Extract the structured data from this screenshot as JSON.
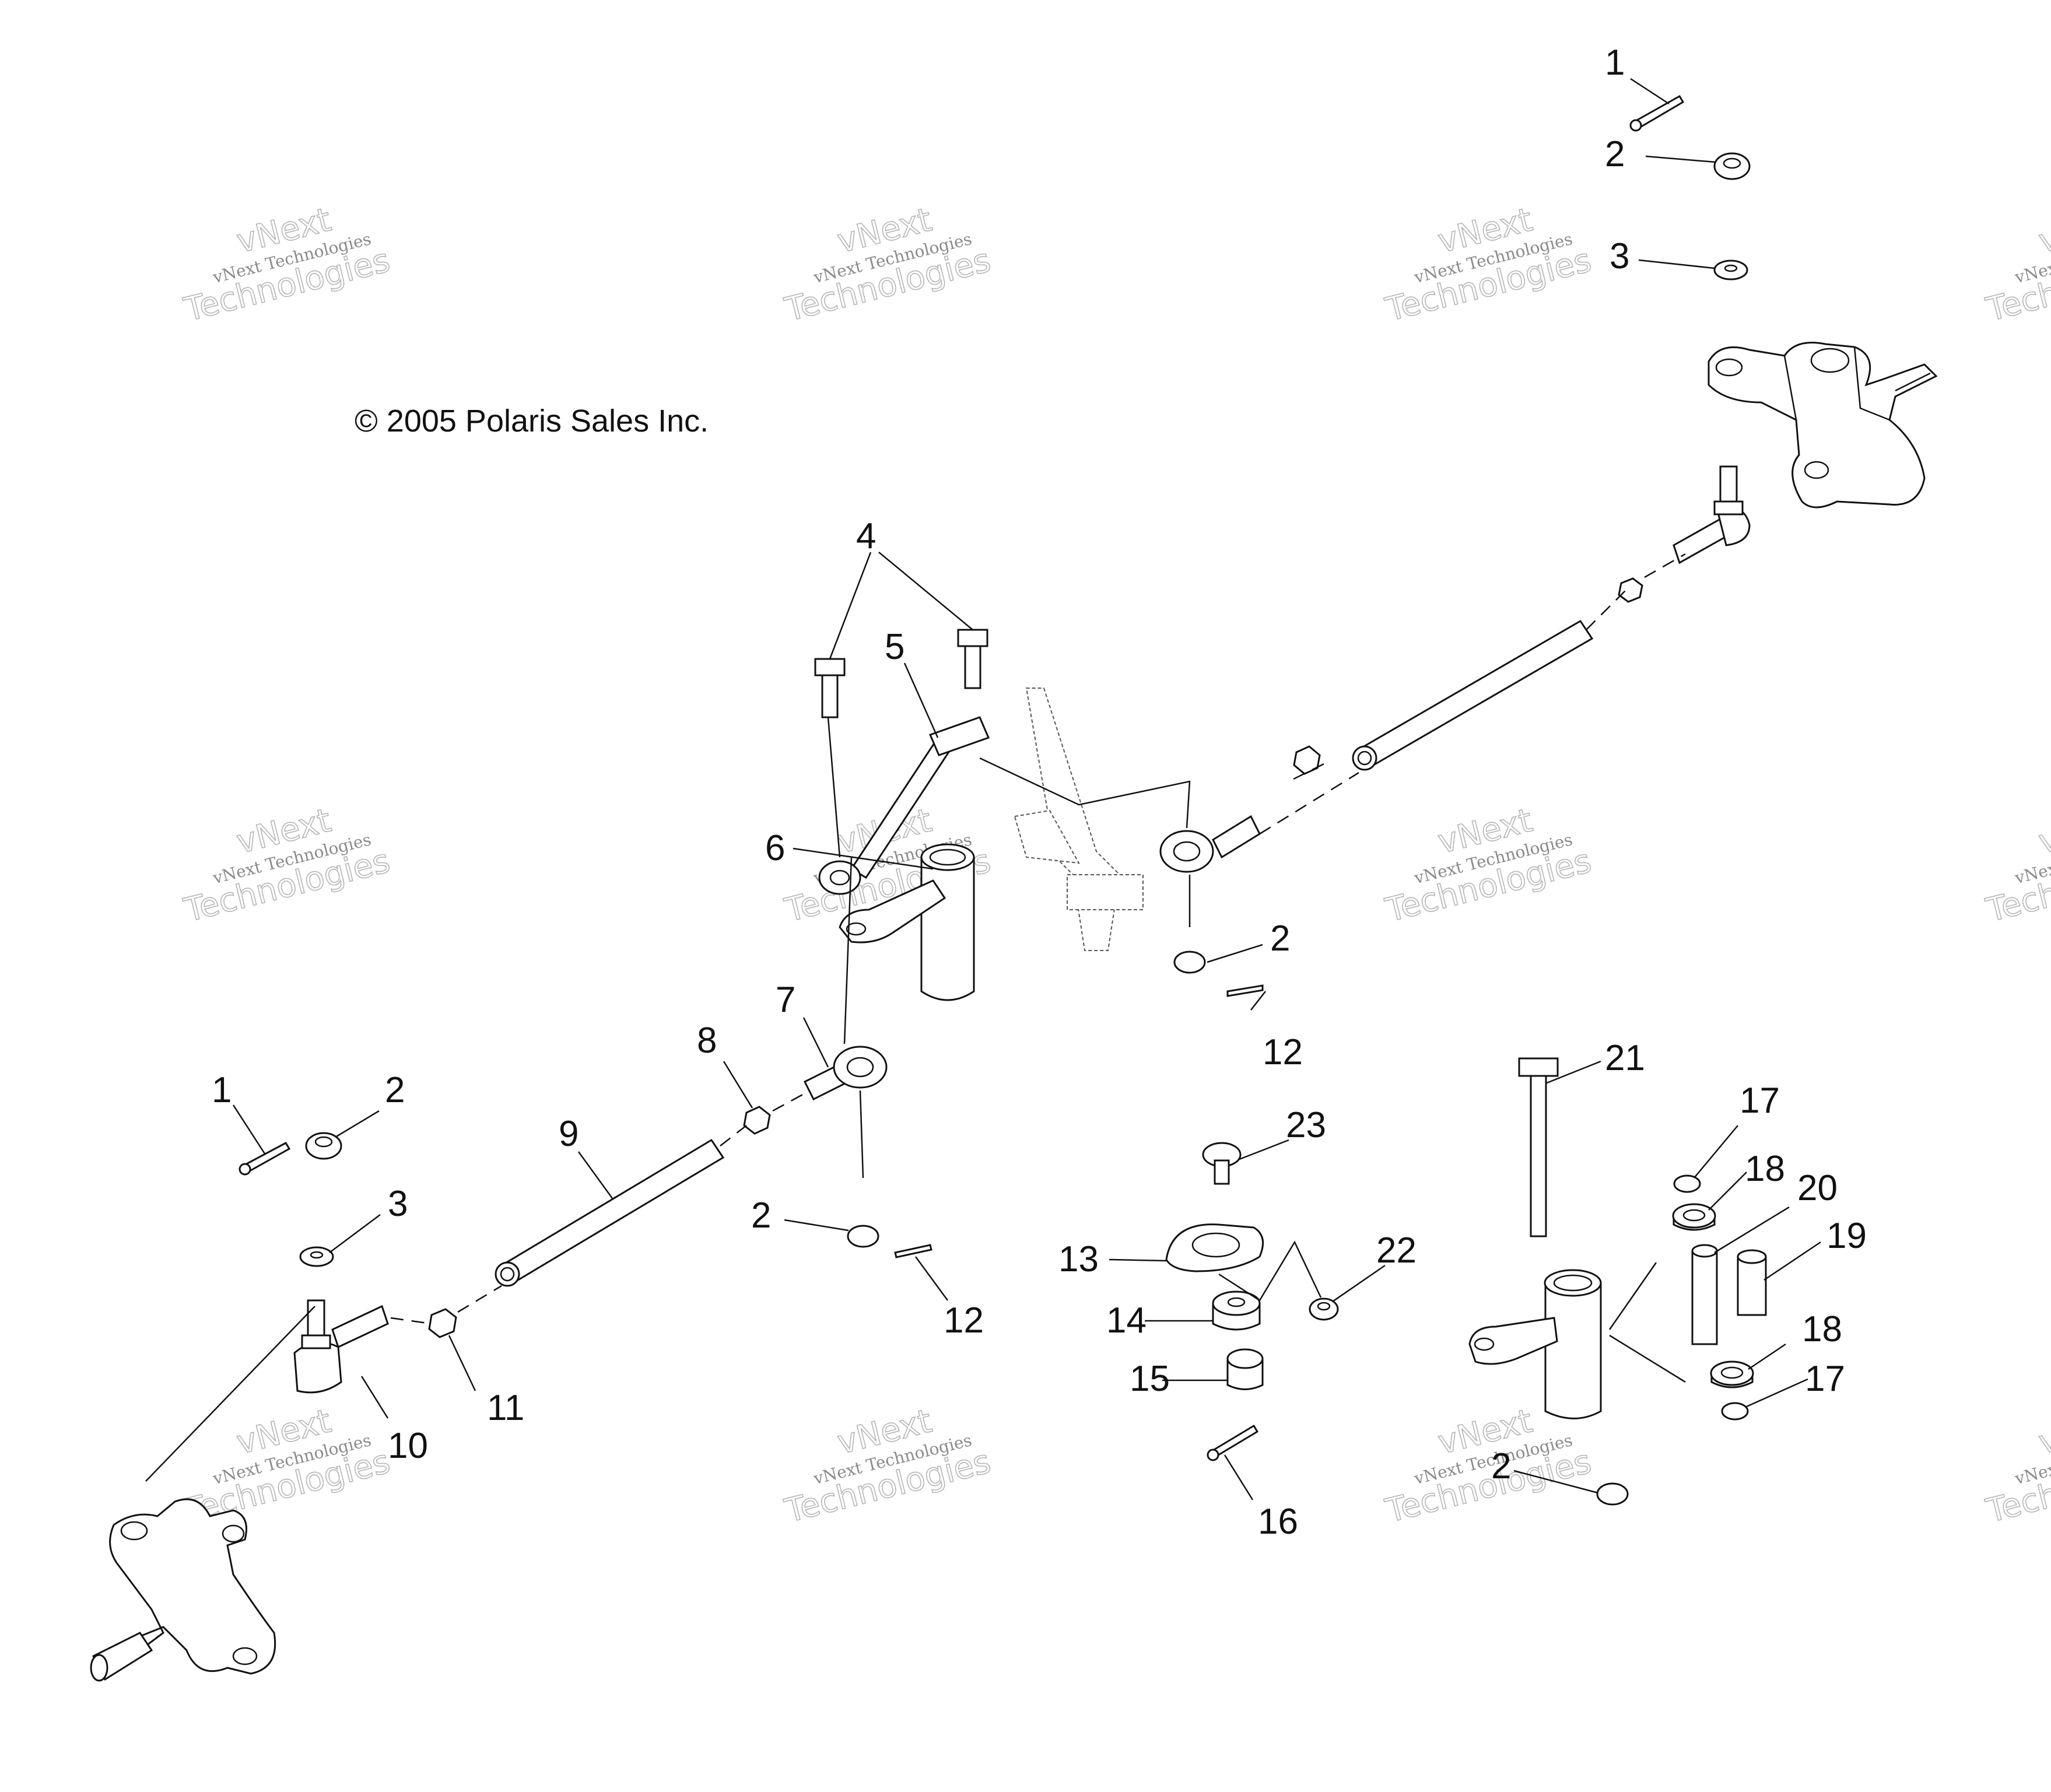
{
  "copyright": "© 2005 Polaris Sales Inc.",
  "watermark": {
    "line1": "vNext Technologies",
    "line2": "vNext",
    "line3": "Technologies"
  },
  "callouts": [
    {
      "id": "c1a",
      "text": "1"
    },
    {
      "id": "c2a",
      "text": "2"
    },
    {
      "id": "c3a",
      "text": "3"
    },
    {
      "id": "c4",
      "text": "4"
    },
    {
      "id": "c5",
      "text": "5"
    },
    {
      "id": "c6",
      "text": "6"
    },
    {
      "id": "c2b",
      "text": "2"
    },
    {
      "id": "c12a",
      "text": "12"
    },
    {
      "id": "c7",
      "text": "7"
    },
    {
      "id": "c8",
      "text": "8"
    },
    {
      "id": "c1b",
      "text": "1"
    },
    {
      "id": "c2c",
      "text": "2"
    },
    {
      "id": "c3b",
      "text": "3"
    },
    {
      "id": "c9",
      "text": "9"
    },
    {
      "id": "c2d",
      "text": "2"
    },
    {
      "id": "c12b",
      "text": "12"
    },
    {
      "id": "c11",
      "text": "11"
    },
    {
      "id": "c10",
      "text": "10"
    },
    {
      "id": "c21",
      "text": "21"
    },
    {
      "id": "c23",
      "text": "23"
    },
    {
      "id": "c17a",
      "text": "17"
    },
    {
      "id": "c18a",
      "text": "18"
    },
    {
      "id": "c20",
      "text": "20"
    },
    {
      "id": "c19",
      "text": "19"
    },
    {
      "id": "c13",
      "text": "13"
    },
    {
      "id": "c22",
      "text": "22"
    },
    {
      "id": "c14",
      "text": "14"
    },
    {
      "id": "c15",
      "text": "15"
    },
    {
      "id": "c18b",
      "text": "18"
    },
    {
      "id": "c17b",
      "text": "17"
    },
    {
      "id": "c16",
      "text": "16"
    },
    {
      "id": "c2e",
      "text": "2"
    }
  ]
}
